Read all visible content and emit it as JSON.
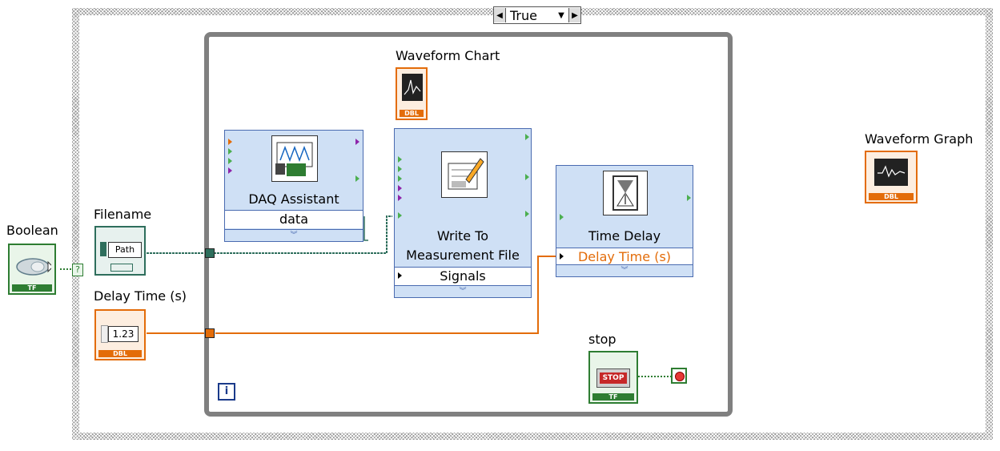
{
  "case_structure": {
    "selector_value": "True"
  },
  "controls": {
    "boolean": {
      "label": "Boolean",
      "tag": "TF"
    },
    "filename": {
      "label": "Filename",
      "value": "Path"
    },
    "delay_time": {
      "label": "Delay Time (s)",
      "value": "1.23",
      "tag": "DBL"
    }
  },
  "indicators": {
    "waveform_chart": {
      "label": "Waveform Chart",
      "tag": "DBL"
    },
    "waveform_graph": {
      "label": "Waveform Graph",
      "tag": "DBL"
    },
    "stop": {
      "label": "stop",
      "button_text": "STOP",
      "tag": "TF"
    }
  },
  "express_vis": {
    "daq_assistant": {
      "title": "DAQ Assistant",
      "terminal": "data"
    },
    "write_file": {
      "title_line1": "Write To",
      "title_line2": "Measurement File",
      "terminal": "Signals"
    },
    "time_delay": {
      "title": "Time Delay",
      "terminal": "Delay Time (s)"
    }
  },
  "while_loop": {
    "iteration_terminal": "i"
  },
  "colors": {
    "boolean": "#2e7d32",
    "numeric": "#e36c09",
    "path": "#2e6e5c",
    "express_vi": "#cfe0f5",
    "loop_frame": "#808080"
  }
}
